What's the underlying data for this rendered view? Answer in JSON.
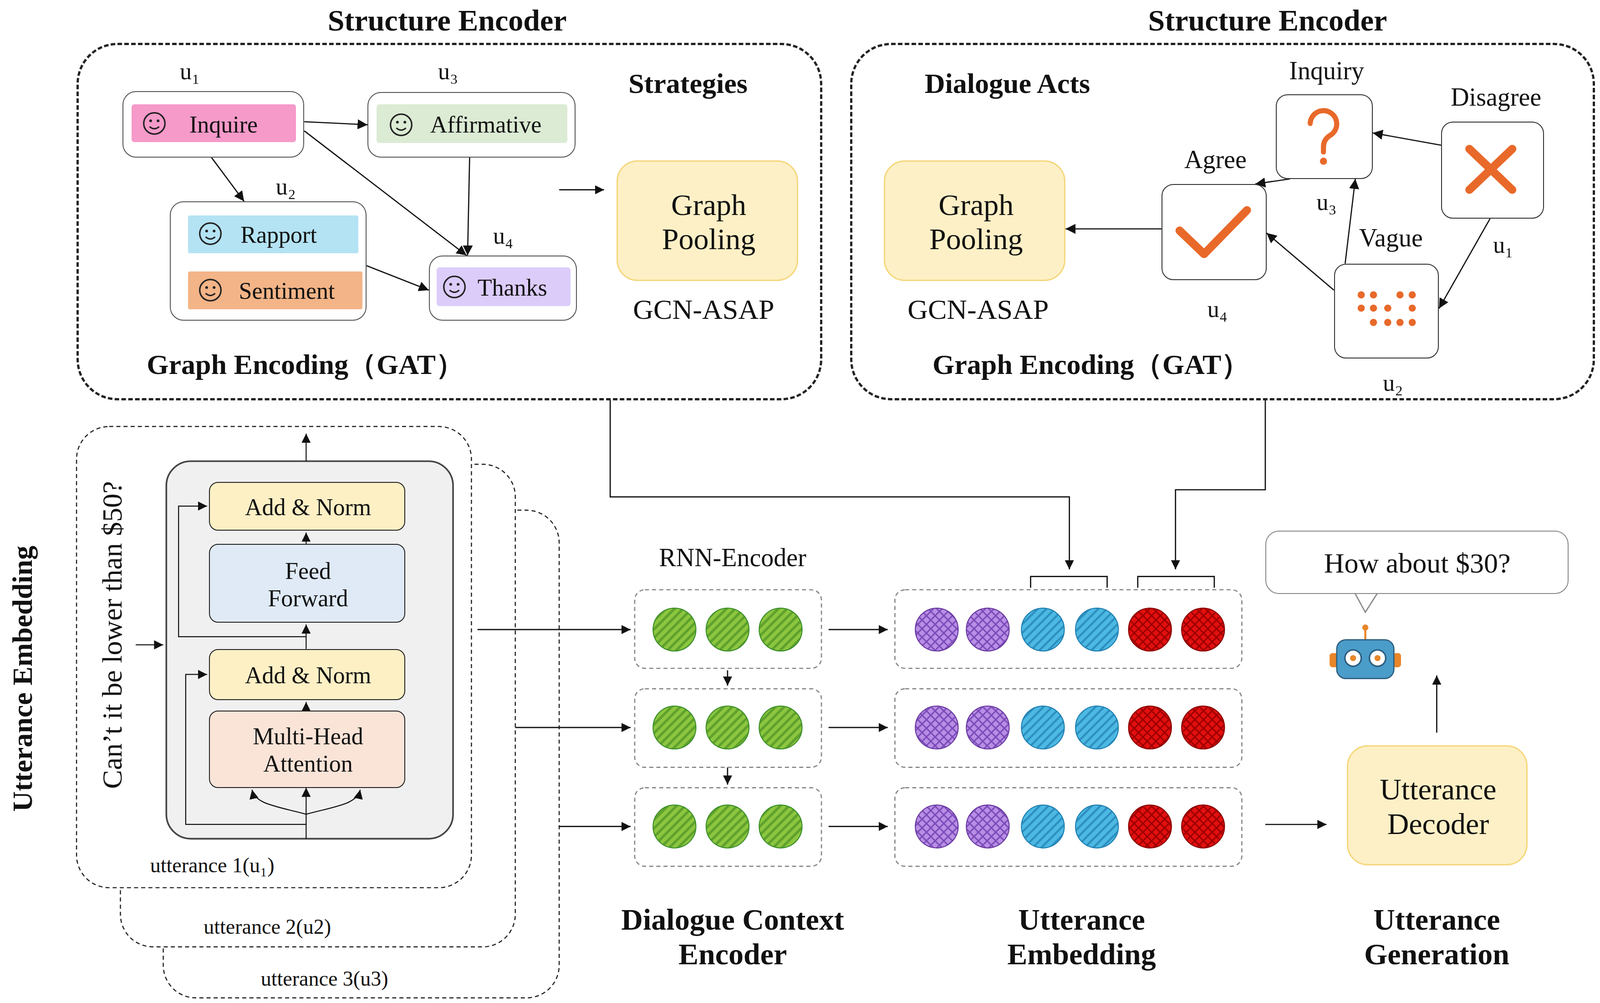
{
  "diagram": {
    "nodes": [
      {
        "text": [
          "Structure Encoder",
          "Strategies",
          "Graph Encoding（GAT）"
        ]
      },
      {
        "text": [
          "u₁",
          "Inquire"
        ],
        "in": 0
      },
      {
        "text": [
          "u₃",
          "Affirmative"
        ],
        "in": 0
      },
      {
        "text": [
          "u₂"
        ],
        "in": 0
      },
      {
        "text": [
          "Rapport"
        ],
        "in": 3
      },
      {
        "text": [
          "Sentiment"
        ],
        "in": 3
      },
      {
        "text": [
          "u₄",
          "Thanks"
        ],
        "in": 0
      },
      {
        "text": [
          "Graph Pooling",
          "GCN-ASAP"
        ],
        "in": 0
      },
      {
        "text": [
          "Structure Encoder",
          "Dialogue Acts",
          "Graph Encoding（GAT）"
        ]
      },
      {
        "text": [
          "Inquiry",
          "u₃"
        ],
        "in": 8
      },
      {
        "text": [
          "Disagree",
          "u₁"
        ],
        "in": 8
      },
      {
        "text": [
          "Agree",
          "u₄"
        ],
        "in": 8
      },
      {
        "text": [
          "Vague",
          "u₂"
        ],
        "in": 8
      },
      {
        "text": [
          "Graph Pooling",
          "GCN-ASAP"
        ],
        "in": 8
      },
      {
        "text": [
          "Can’t it be lower than $50?",
          "utterance 1(u₁)"
        ]
      },
      {
        "text": [
          "Add & Norm"
        ],
        "in": 14
      },
      {
        "text": [
          "Feed Forward"
        ],
        "in": 14
      },
      {
        "text": [
          "Add & Norm"
        ],
        "in": 14
      },
      {
        "text": [
          "Multi-Head Attention"
        ],
        "in": 14
      },
      {
        "text": [
          "utterance 2(u2)"
        ]
      },
      {
        "text": [
          "utterance 3(u3)"
        ]
      },
      {
        "text": [
          "How about $30?"
        ]
      },
      {
        "text": [
          "Utterance Decoder"
        ]
      }
    ],
    "edges": [
      {
        "from": 1,
        "to": 2,
        "arrow": "to"
      },
      {
        "from": 1,
        "to": 3,
        "arrow": "to"
      },
      {
        "from": 1,
        "to": 6,
        "arrow": "to"
      },
      {
        "from": 2,
        "to": 6,
        "arrow": "to"
      },
      {
        "from": 3,
        "to": 6,
        "arrow": "to"
      },
      {
        "from": 10,
        "to": 9,
        "arrow": "to"
      },
      {
        "from": 9,
        "to": 11,
        "arrow": "to"
      },
      {
        "from": 10,
        "to": 12,
        "arrow": "to"
      },
      {
        "from": 12,
        "to": 9,
        "arrow": "to"
      },
      {
        "from": 12,
        "to": 11,
        "arrow": "to"
      },
      {
        "from": 11,
        "to": 13,
        "arrow": "to"
      }
    ],
    "labels": [
      "Utterance Embedding",
      "RNN-Encoder",
      "Dialogue Context Encoder",
      "Utterance Embedding",
      "Utterance Generation"
    ]
  }
}
